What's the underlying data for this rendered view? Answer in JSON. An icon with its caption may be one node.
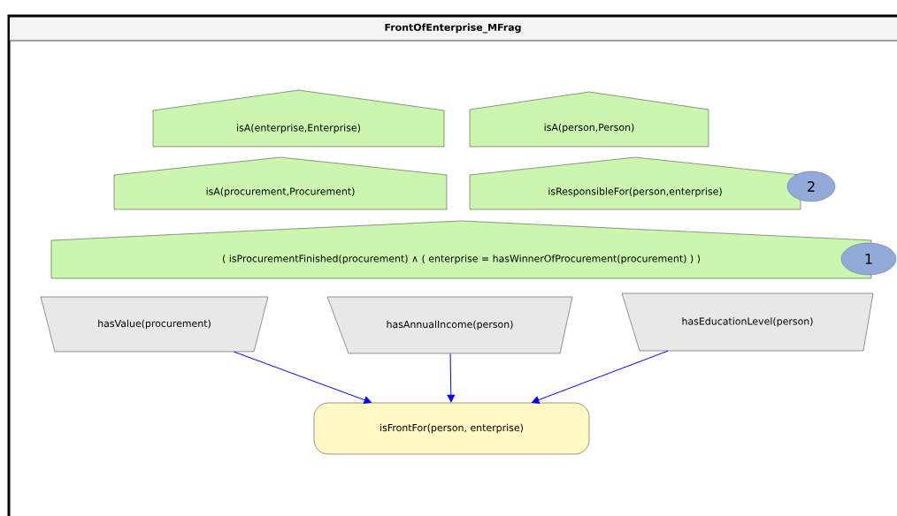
{
  "diagram": {
    "title": "FrontOfEnterprise_MFrag",
    "nodes": [
      {
        "text": [
          "isA(enterprise,Enterprise)"
        ]
      },
      {
        "text": [
          "isA(person,Person)"
        ]
      },
      {
        "text": [
          "isA(procurement,Procurement)"
        ]
      },
      {
        "text": [
          "isResponsibleFor(person,enterprise)"
        ]
      },
      {
        "text": [
          "( isProcurementFinished(procurement) ∧ ( enterprise = hasWinnerOfProcurement(procurement) ) )"
        ]
      },
      {
        "text": [
          "hasValue(procurement)"
        ]
      },
      {
        "text": [
          "hasAnnualIncome(person)"
        ]
      },
      {
        "text": [
          "hasEducationLevel(person)"
        ]
      },
      {
        "text": [
          "isFrontFor(person, enterprise)"
        ]
      },
      {
        "text": [
          "2"
        ]
      },
      {
        "text": [
          "1"
        ]
      }
    ],
    "edges": [
      {
        "from": 5,
        "to": 8,
        "arrow": "to"
      },
      {
        "from": 6,
        "to": 8,
        "arrow": "to"
      },
      {
        "from": 7,
        "to": 8,
        "arrow": "to"
      }
    ]
  }
}
